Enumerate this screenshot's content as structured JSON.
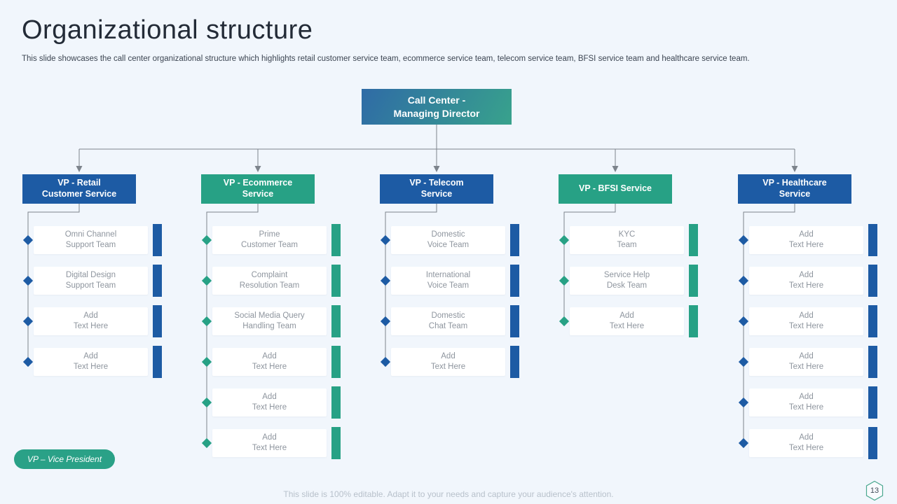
{
  "slide": {
    "title": "Organizational structure",
    "subtitle": "This slide showcases the call center organizational structure which highlights retail customer service team, ecommerce service team, telecom service team, BFSI service team and healthcare service team.",
    "footer_note": "This slide is 100% editable. Adapt it to your needs and capture your audience's attention.",
    "page_number": "13",
    "legend_badge": "VP – Vice President"
  },
  "colors": {
    "blue": "#1d5ba4",
    "teal": "#27a185",
    "root_gradient_start": "#2f6ba6",
    "root_gradient_end": "#38a28c",
    "connector": "#7d848c",
    "background": "#f1f6fc"
  },
  "org_chart": {
    "root": {
      "label": "Call Center -\nManaging Director"
    },
    "columns": [
      {
        "vp_label": "VP - Retail\nCustomer Service",
        "color": "blue",
        "teams": [
          "Omni Channel\nSupport Team",
          "Digital Design\nSupport Team",
          "Add\nText Here",
          "Add\nText Here"
        ]
      },
      {
        "vp_label": "VP - Ecommerce\nService",
        "color": "teal",
        "teams": [
          "Prime\nCustomer Team",
          "Complaint\nResolution Team",
          "Social Media Query\nHandling Team",
          "Add\nText Here",
          "Add\nText Here",
          "Add\nText Here"
        ]
      },
      {
        "vp_label": "VP - Telecom\nService",
        "color": "blue",
        "teams": [
          "Domestic\nVoice Team",
          "International\nVoice Team",
          "Domestic\nChat Team",
          "Add\nText Here"
        ]
      },
      {
        "vp_label": "VP - BFSI Service",
        "color": "teal",
        "teams": [
          "KYC\nTeam",
          "Service Help\nDesk Team",
          "Add\nText Here"
        ]
      },
      {
        "vp_label": "VP - Healthcare\nService",
        "color": "blue",
        "teams": [
          "Add\nText Here",
          "Add\nText Here",
          "Add\nText Here",
          "Add\nText Here",
          "Add\nText Here",
          "Add\nText Here"
        ]
      }
    ]
  }
}
